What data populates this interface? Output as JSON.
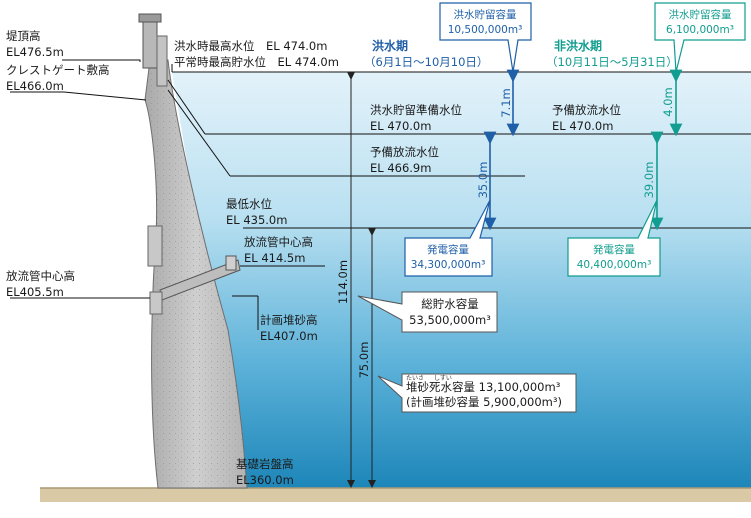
{
  "labels": {
    "crest_height": "堤頂高",
    "crest_height_val": "EL476.5m",
    "crest_gate": "クレストゲート敷高",
    "crest_gate_val": "EL466.0m",
    "outlet_center_left": "放流管中心高",
    "outlet_center_left_val": "EL405.5m",
    "flood_max": "洪水時最高水位　EL 474.0m",
    "normal_max": "平常時最高貯水位　EL 474.0m",
    "flood_reserve": "洪水貯留準備水位",
    "flood_reserve_val": "EL 470.0m",
    "prelim_release": "予備放流水位",
    "prelim_release_val": "EL 466.9m",
    "prelim_release_nf": "予備放流水位",
    "prelim_release_nf_val": "EL 470.0m",
    "min_level": "最低水位",
    "min_level_val": "EL 435.0m",
    "outlet_center": "放流管中心高",
    "outlet_center_val": "EL 414.5m",
    "sediment_plan": "計画堆砂高",
    "sediment_plan_val": "EL407.0m",
    "bedrock": "基礎岩盤高",
    "bedrock_val": "EL360.0m"
  },
  "periods": {
    "flood": "洪水期",
    "flood_range": "（6月1日〜10月10日）",
    "nonflood": "非洪水期",
    "nonflood_range": "（10月11日〜5月31日）"
  },
  "callouts": {
    "flood_storage_title": "洪水貯留容量",
    "flood_storage_val": "10,500,000m³",
    "nf_storage_title": "洪水貯留容量",
    "nf_storage_val": "6,100,000m³",
    "power_flood_title": "発電容量",
    "power_flood_val": "34,300,000m³",
    "power_nf_title": "発電容量",
    "power_nf_val": "40,400,000m³",
    "total_title": "総貯水容量",
    "total_val": "53,500,000m³",
    "dead_title": "堆砂死水容量 13,100,000m³",
    "dead_sub": "(計画堆砂容量 5,900,000m³)",
    "ruby_taisa": "たいさ",
    "ruby_shisui": "しすい"
  },
  "dims": {
    "d71": "7.1m",
    "d350": "35.0m",
    "d40": "4.0m",
    "d390": "39.0m",
    "d1140": "114.0m",
    "d750": "75.0m"
  },
  "colors": {
    "blue": "#1f5fa8",
    "teal": "#119d8f",
    "water_top": "#dff0f9",
    "water_bottom": "#1e86b8"
  }
}
